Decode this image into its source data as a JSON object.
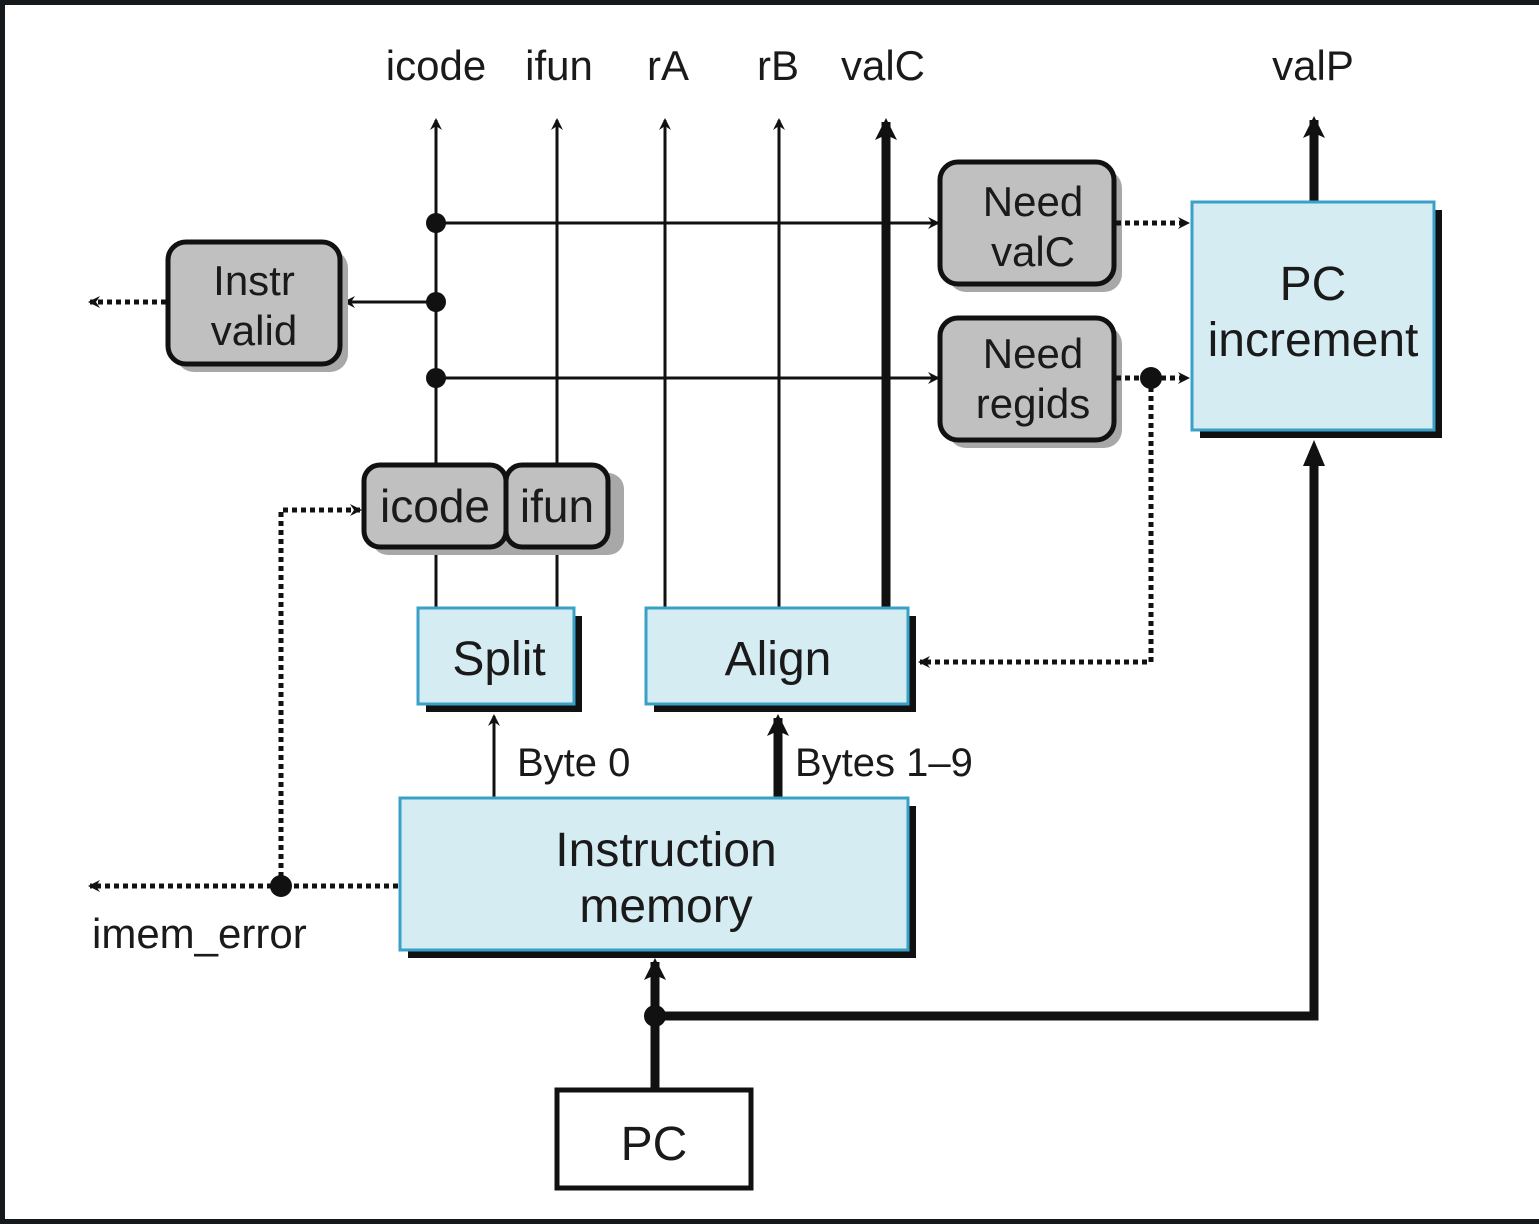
{
  "outputs": {
    "icode": "icode",
    "ifun": "ifun",
    "rA": "rA",
    "rB": "rB",
    "valC": "valC",
    "valP": "valP"
  },
  "blocks": {
    "instr_valid": [
      "Instr",
      "valid"
    ],
    "need_valC": [
      "Need",
      "valC"
    ],
    "need_regids": [
      "Need",
      "regids"
    ],
    "pc_increment": [
      "PC",
      "increment"
    ],
    "icode_reg": "icode",
    "ifun_reg": "ifun",
    "split": "Split",
    "align": "Align",
    "instruction_memory": [
      "Instruction",
      "memory"
    ],
    "pc": "PC"
  },
  "labels": {
    "byte0": "Byte 0",
    "bytes19": "Bytes 1–9",
    "imem_error": "imem_error"
  },
  "colors": {
    "hcl_block_fill": "#c0c0c0",
    "logic_block_fill": "#d5ecf3",
    "logic_block_border": "#3aa0c8",
    "wire": "#111111"
  }
}
